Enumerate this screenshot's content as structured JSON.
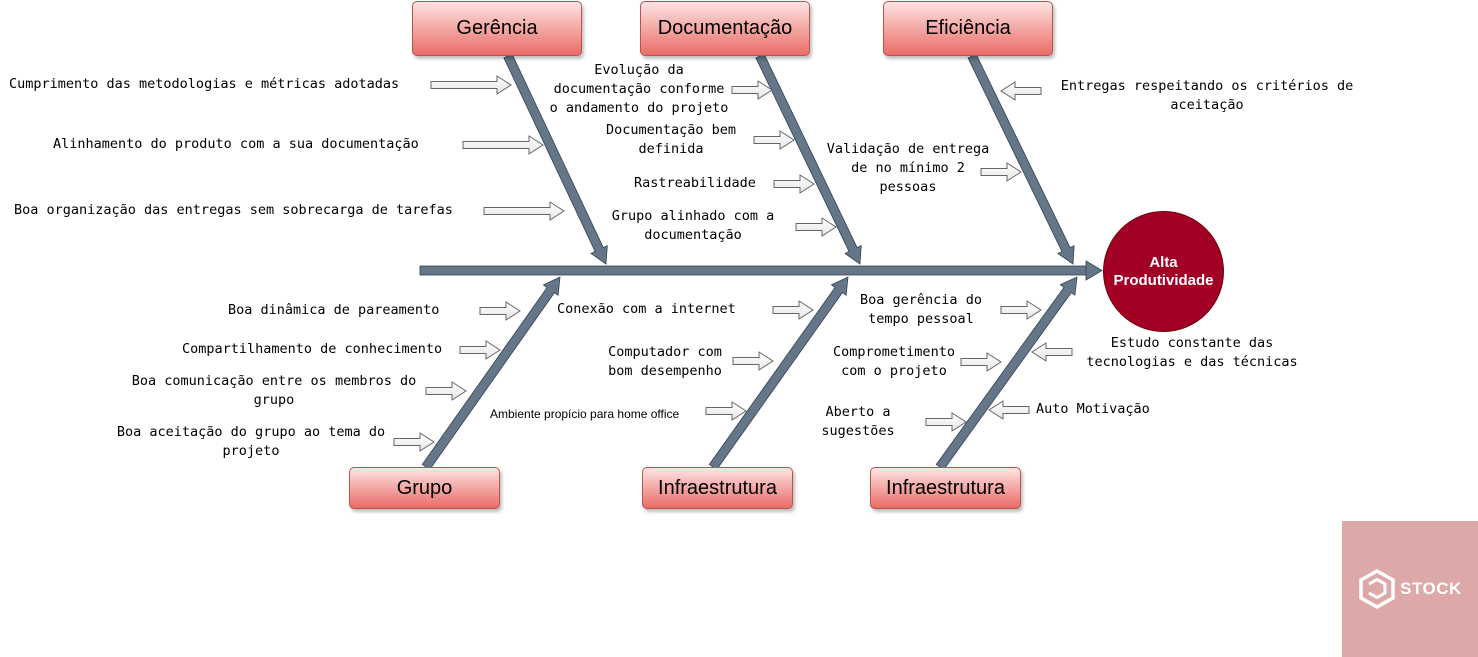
{
  "effect": {
    "label": "Alta\nProdutividade"
  },
  "categories": {
    "top": [
      "Gerência",
      "Documentação",
      "Eficiência"
    ],
    "bottom": [
      "Grupo",
      "Infraestrutura",
      "Infraestrutura"
    ]
  },
  "causes": {
    "gerencia": [
      "Cumprimento das metodologias e métricas adotadas",
      "Alinhamento do produto com a sua documentação",
      "Boa organização das entregas sem sobrecarga de tarefas"
    ],
    "documentacao": [
      "Evolução da\ndocumentação conforme\no andamento do projeto",
      "Documentação bem\ndefinida",
      "Rastreabilidade",
      "Grupo alinhado com a\ndocumentação"
    ],
    "eficiencia": [
      "Entregas respeitando os critérios de\naceitação",
      "Validação de entrega\nde no mínimo 2\npessoas"
    ],
    "grupo": [
      "Boa dinâmica de pareamento",
      "Compartilhamento de conhecimento",
      "Boa comunicação entre os membros do\ngrupo",
      "Boa aceitação do grupo ao tema do\nprojeto"
    ],
    "infraestrutura_1": [
      "Conexão com a internet",
      "Computador com\nbom desempenho",
      "Ambiente propício para home office"
    ],
    "infraestrutura_2": [
      "Boa gerência do\ntempo pessoal",
      "Comprometimento\ncom o projeto",
      "Aberto a\nsugestões",
      "Estudo constante das\ntecnologias e das técnicas",
      "Auto Motivação"
    ]
  },
  "logo": {
    "text": "STOCK"
  },
  "colors": {
    "bone": "#647687",
    "effect_fill": "#a20025",
    "box_border": "#b85450",
    "logo_bg": "#dca8a8"
  }
}
